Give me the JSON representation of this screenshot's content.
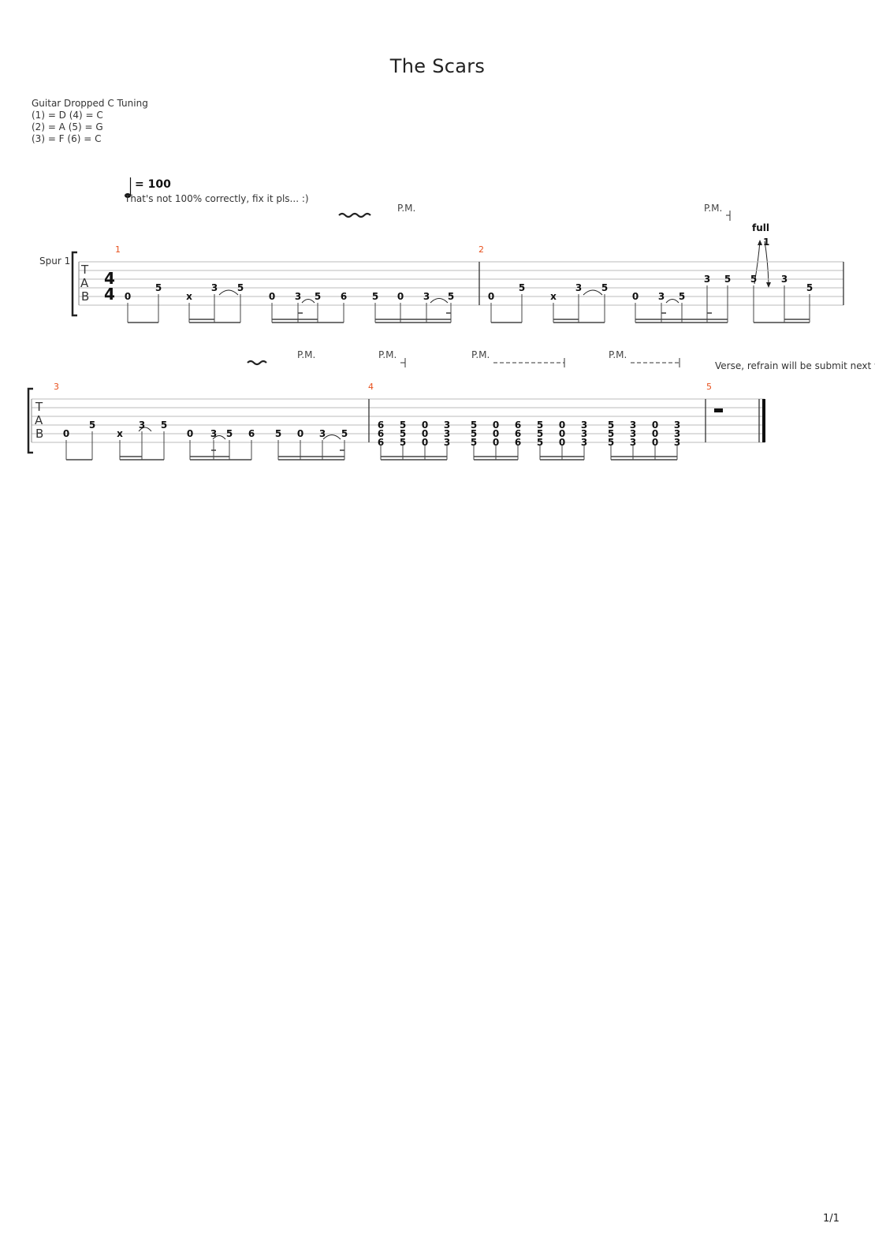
{
  "title": "The Scars",
  "tuning": {
    "name": "Guitar Dropped C Tuning",
    "lines": [
      "(1) = D (4) = C",
      "(2) = A (5) = G",
      "(3) = F  (6) = C"
    ]
  },
  "tempo": {
    "bpm_label": "= 100"
  },
  "comment": "That's not 100% correctly, fix it pls... :)",
  "track_label": "Spur 1",
  "time_signature": {
    "top": "4",
    "bottom": "4"
  },
  "tab_clef": [
    "T",
    "A",
    "B"
  ],
  "pm_label": "P.M.",
  "bend_label": "full",
  "bend_amount": "1",
  "verse_note": "Verse, refrain will be submit next w",
  "page_number": "1/1",
  "measures": [
    {
      "number": "1"
    },
    {
      "number": "2"
    },
    {
      "number": "3"
    },
    {
      "number": "4"
    },
    {
      "number": "5"
    }
  ],
  "systems": [
    {
      "notes": [
        {
          "f": "0",
          "s": 5
        },
        {
          "f": "5",
          "s": 4
        },
        {
          "f": "x",
          "s": 5
        },
        {
          "f": "3",
          "s": 4
        },
        {
          "f": "5",
          "s": 4
        },
        {
          "f": "0",
          "s": 5
        },
        {
          "f": "3",
          "s": 5
        },
        {
          "f": "5",
          "s": 5
        },
        {
          "f": "6",
          "s": 5
        },
        {
          "f": "5",
          "s": 5
        },
        {
          "f": "0",
          "s": 5
        },
        {
          "f": "3",
          "s": 5
        },
        {
          "f": "5",
          "s": 5
        },
        {
          "f": "0",
          "s": 5
        },
        {
          "f": "5",
          "s": 4
        },
        {
          "f": "x",
          "s": 5
        },
        {
          "f": "3",
          "s": 4
        },
        {
          "f": "5",
          "s": 4
        },
        {
          "f": "0",
          "s": 5
        },
        {
          "f": "3",
          "s": 5
        },
        {
          "f": "5",
          "s": 5
        },
        {
          "f": "3",
          "s": 3
        },
        {
          "f": "5",
          "s": 3
        },
        {
          "f": "5",
          "s": 3
        },
        {
          "f": "3",
          "s": 3
        },
        {
          "f": "5",
          "s": 4
        }
      ]
    },
    {
      "notes": [
        {
          "f": "0",
          "s": 5
        },
        {
          "f": "5",
          "s": 4
        },
        {
          "f": "x",
          "s": 5
        },
        {
          "f": "3",
          "s": 4
        },
        {
          "f": "5",
          "s": 4
        },
        {
          "f": "0",
          "s": 5
        },
        {
          "f": "3",
          "s": 5
        },
        {
          "f": "5",
          "s": 5
        },
        {
          "f": "6",
          "s": 5
        },
        {
          "f": "5",
          "s": 5
        },
        {
          "f": "0",
          "s": 5
        },
        {
          "f": "3",
          "s": 5
        },
        {
          "f": "5",
          "s": 5
        }
      ],
      "chords": [
        [
          "6",
          "6",
          "6"
        ],
        [
          "5",
          "5",
          "5"
        ],
        [
          "0",
          "0",
          "0"
        ],
        [
          "3",
          "3",
          "3"
        ],
        [
          "5",
          "5",
          "5"
        ],
        [
          "0",
          "0",
          "0"
        ],
        [
          "6",
          "6",
          "6"
        ],
        [
          "5",
          "5",
          "5"
        ],
        [
          "0",
          "0",
          "0"
        ],
        [
          "3",
          "3",
          "3"
        ],
        [
          "5",
          "5",
          "5"
        ],
        [
          "3",
          "3",
          "3"
        ],
        [
          "0",
          "0",
          "0"
        ],
        [
          "3",
          "3",
          "3"
        ]
      ]
    }
  ]
}
